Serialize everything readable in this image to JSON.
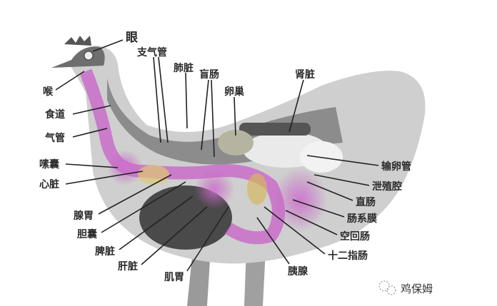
{
  "title_labels": {
    "eye": "眼",
    "bronchus": "支气管",
    "lung": "肺脏",
    "cecum": "盲肠",
    "ovary": "卵巢",
    "kidney": "肾脏",
    "larynx": "喉",
    "esophagus": "食道",
    "trachea": "气管",
    "crop": "嗉囊",
    "heart": "心脏",
    "proventriculus": "腺胃",
    "gallbladder": "胆囊",
    "spleen": "脾脏",
    "liver": "肝脏",
    "gizzard": "肌胃",
    "pancreas": "胰腺",
    "duodenum": "十二指肠",
    "jejunum_ileum": "空回肠",
    "mesentery": "肠系膜",
    "rectum": "直肠",
    "cloaca": "泄殖腔",
    "oviduct": "输卵管"
  },
  "watermark": "鸡保姆"
}
